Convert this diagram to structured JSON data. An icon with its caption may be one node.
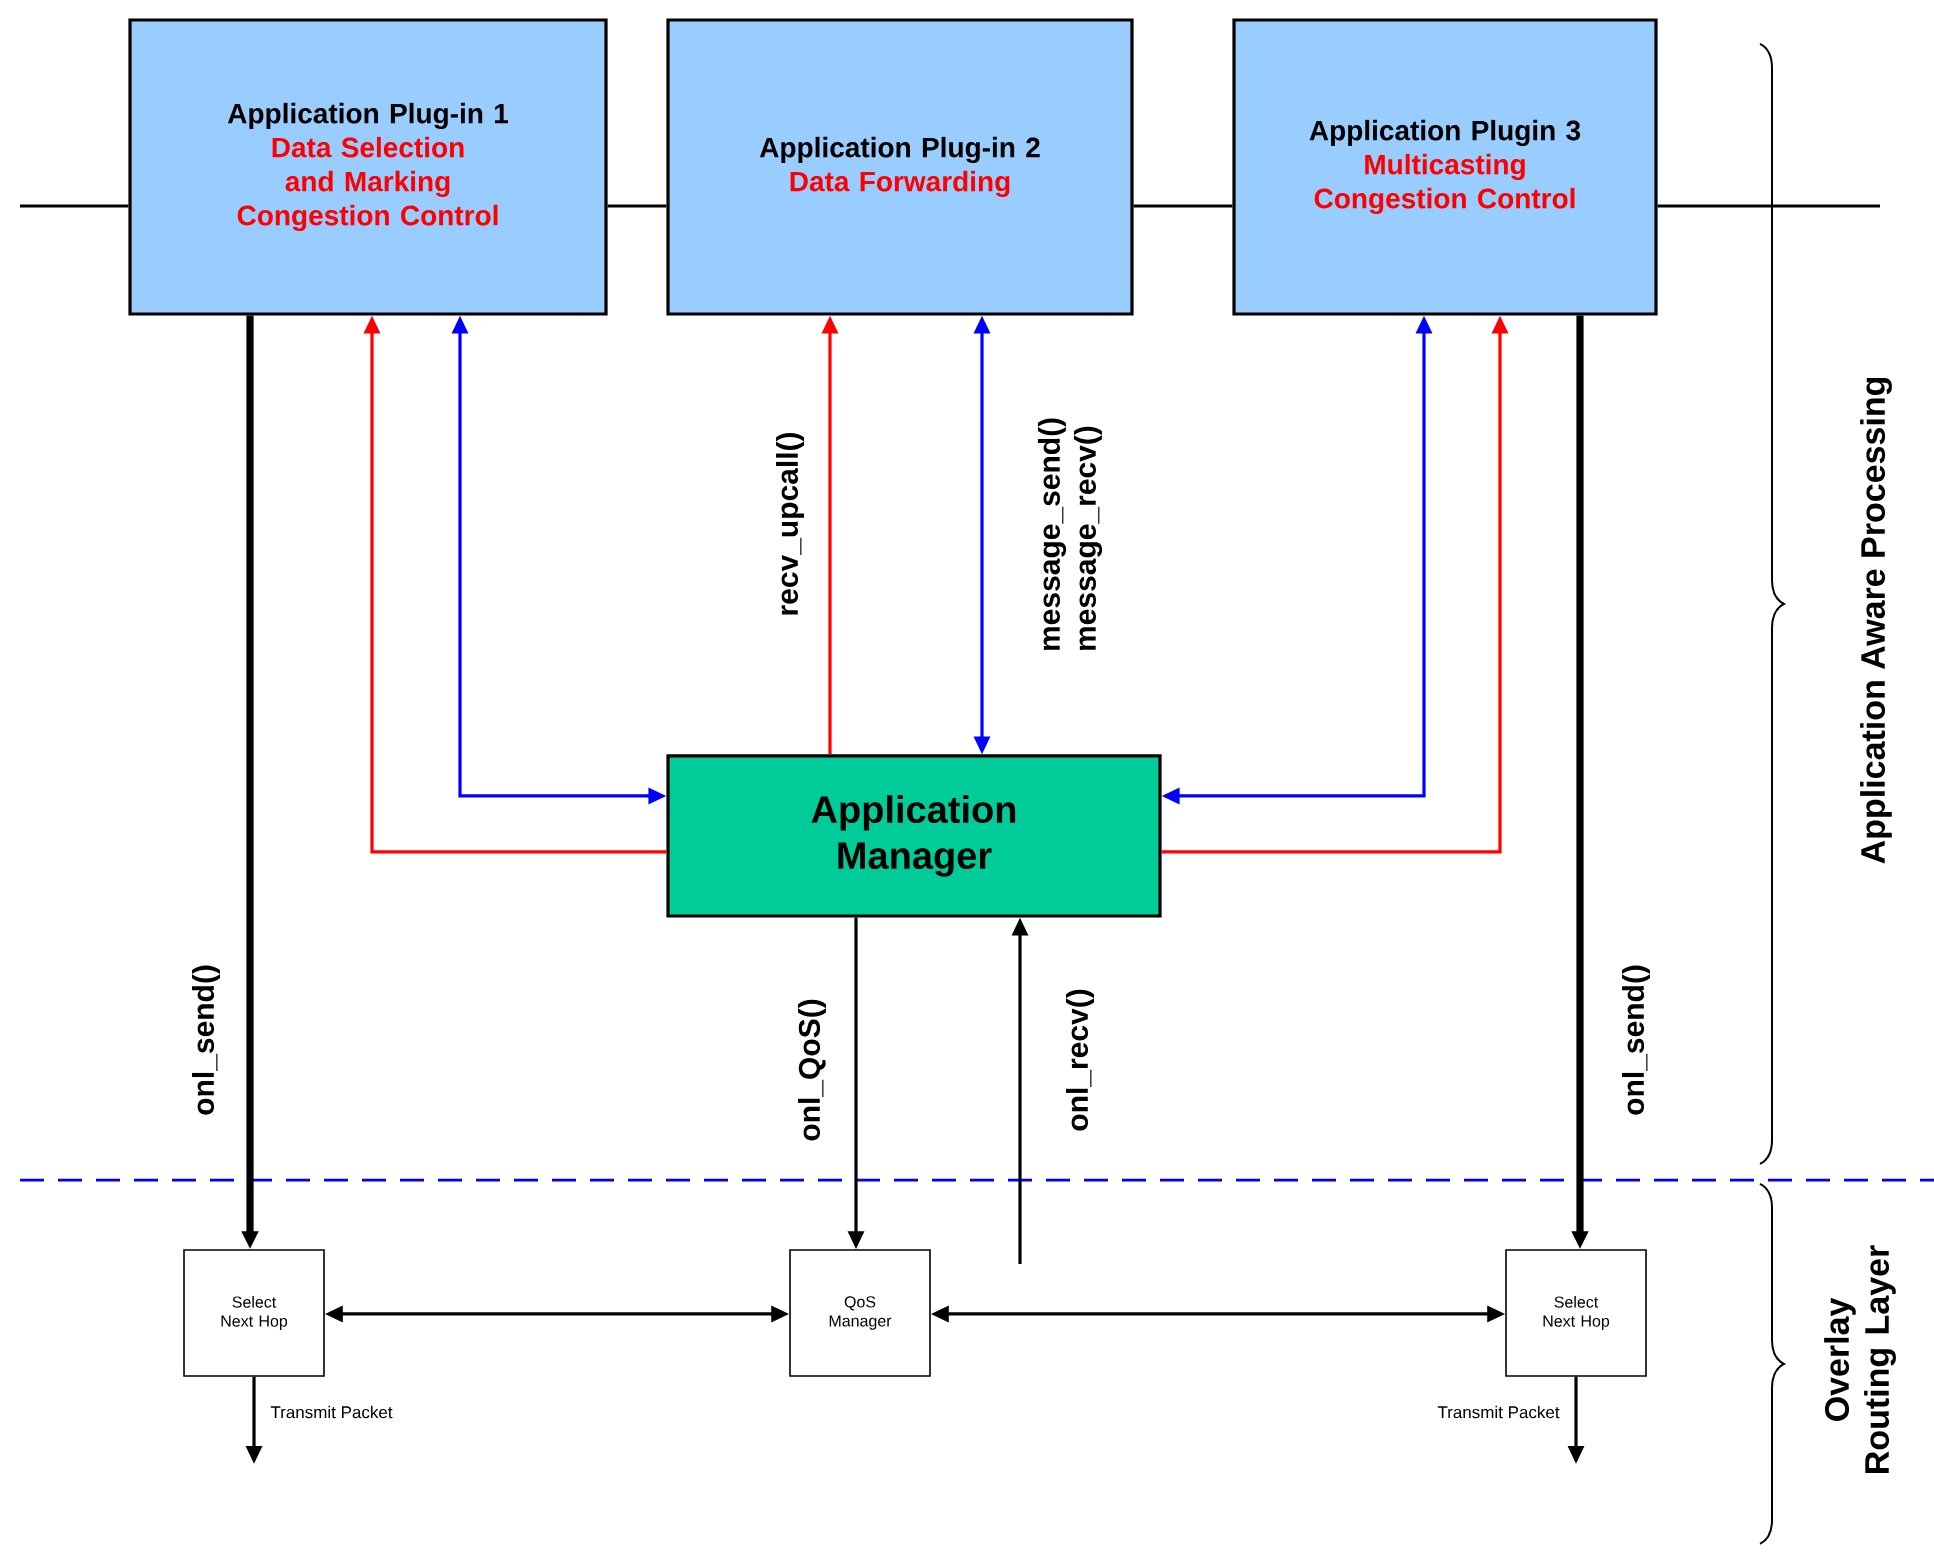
{
  "diagram": {
    "nodes": [
      {
        "text": [
          "Application Plug-in 1",
          "Data Selection and Marking Congestion Control"
        ]
      },
      {
        "text": [
          "Application Plug-in 2",
          "Data Forwarding"
        ]
      },
      {
        "text": [
          "Application Plugin 3",
          "Multicasting Congestion Control"
        ]
      },
      {
        "text": [
          "Application Manager"
        ]
      },
      {
        "text": [
          "Select Next Hop"
        ]
      },
      {
        "text": [
          "QoS Manager"
        ]
      },
      {
        "text": [
          "Select Next Hop"
        ]
      }
    ],
    "edges": [
      {
        "from": 0,
        "to": 4,
        "arrow": "to",
        "label": "onl_send()",
        "style": "thick"
      },
      {
        "from": 3,
        "to": 0,
        "arrow": "to",
        "color": "#ff0000"
      },
      {
        "from": 3,
        "to": 0,
        "arrow": "both",
        "color": "#0000ff"
      },
      {
        "from": 3,
        "to": 1,
        "arrow": "to",
        "label": "recv_upcall()",
        "color": "#ff0000"
      },
      {
        "from": 3,
        "to": 1,
        "arrow": "both",
        "label": "message_send() message_recv()",
        "color": "#0000ff"
      },
      {
        "from": 3,
        "to": 2,
        "arrow": "to",
        "color": "#ff0000"
      },
      {
        "from": 3,
        "to": 2,
        "arrow": "both",
        "color": "#0000ff"
      },
      {
        "from": 2,
        "to": 6,
        "arrow": "to",
        "label": "onl_send()",
        "style": "thick"
      },
      {
        "from": 3,
        "to": 5,
        "arrow": "to",
        "label": "onl_QoS()"
      },
      {
        "from": null,
        "to": 3,
        "arrow": "to",
        "label": "onl_recv()"
      },
      {
        "from": 4,
        "to": 5,
        "arrow": "both"
      },
      {
        "from": 5,
        "to": 6,
        "arrow": "both"
      },
      {
        "from": 4,
        "to": null,
        "arrow": "to",
        "label": "Transmit Packet"
      },
      {
        "from": 6,
        "to": null,
        "arrow": "to",
        "label": "Transmit Packet"
      },
      {
        "from": null,
        "to": 0,
        "arrow": "none"
      },
      {
        "from": 0,
        "to": 1,
        "arrow": "none"
      },
      {
        "from": 1,
        "to": 2,
        "arrow": "none"
      },
      {
        "from": 2,
        "to": null,
        "arrow": "none"
      }
    ],
    "labels": [
      "Application Aware Processing",
      "Overlay Routing Layer"
    ]
  }
}
